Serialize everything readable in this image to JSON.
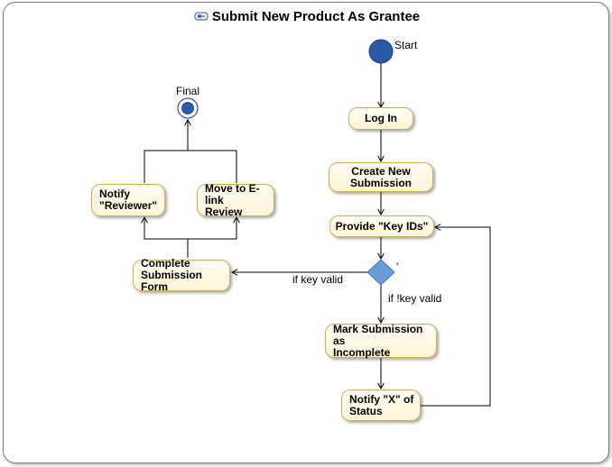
{
  "diagram": {
    "title": "Submit New Product As Grantee",
    "title_icon": "activity-diagram-icon"
  },
  "nodes": {
    "log_in": "Log In",
    "create_new_submission": "Create New\nSubmission",
    "provide_key_ids": "Provide \"Key IDs\"",
    "mark_incomplete": "Mark Submission as\nIncomplete",
    "notify_x": "Notify \"X\" of\nStatus",
    "complete_form": "Complete\nSubmission Form",
    "notify_reviewer": "Notify\n\"Reviewer\"",
    "move_to_elink": "Move to E-link\nReview"
  },
  "labels": {
    "start": "Start",
    "final": "Final",
    "guard_valid": "if key valid",
    "guard_invalid": "if !key valid",
    "decision_tick": "'"
  },
  "colors": {
    "node_fill": "#fff6dc",
    "node_border": "#d9a95a",
    "start_fill": "#2b59a8",
    "decision_fill": "#6b9bd6",
    "edge": "#000000"
  }
}
